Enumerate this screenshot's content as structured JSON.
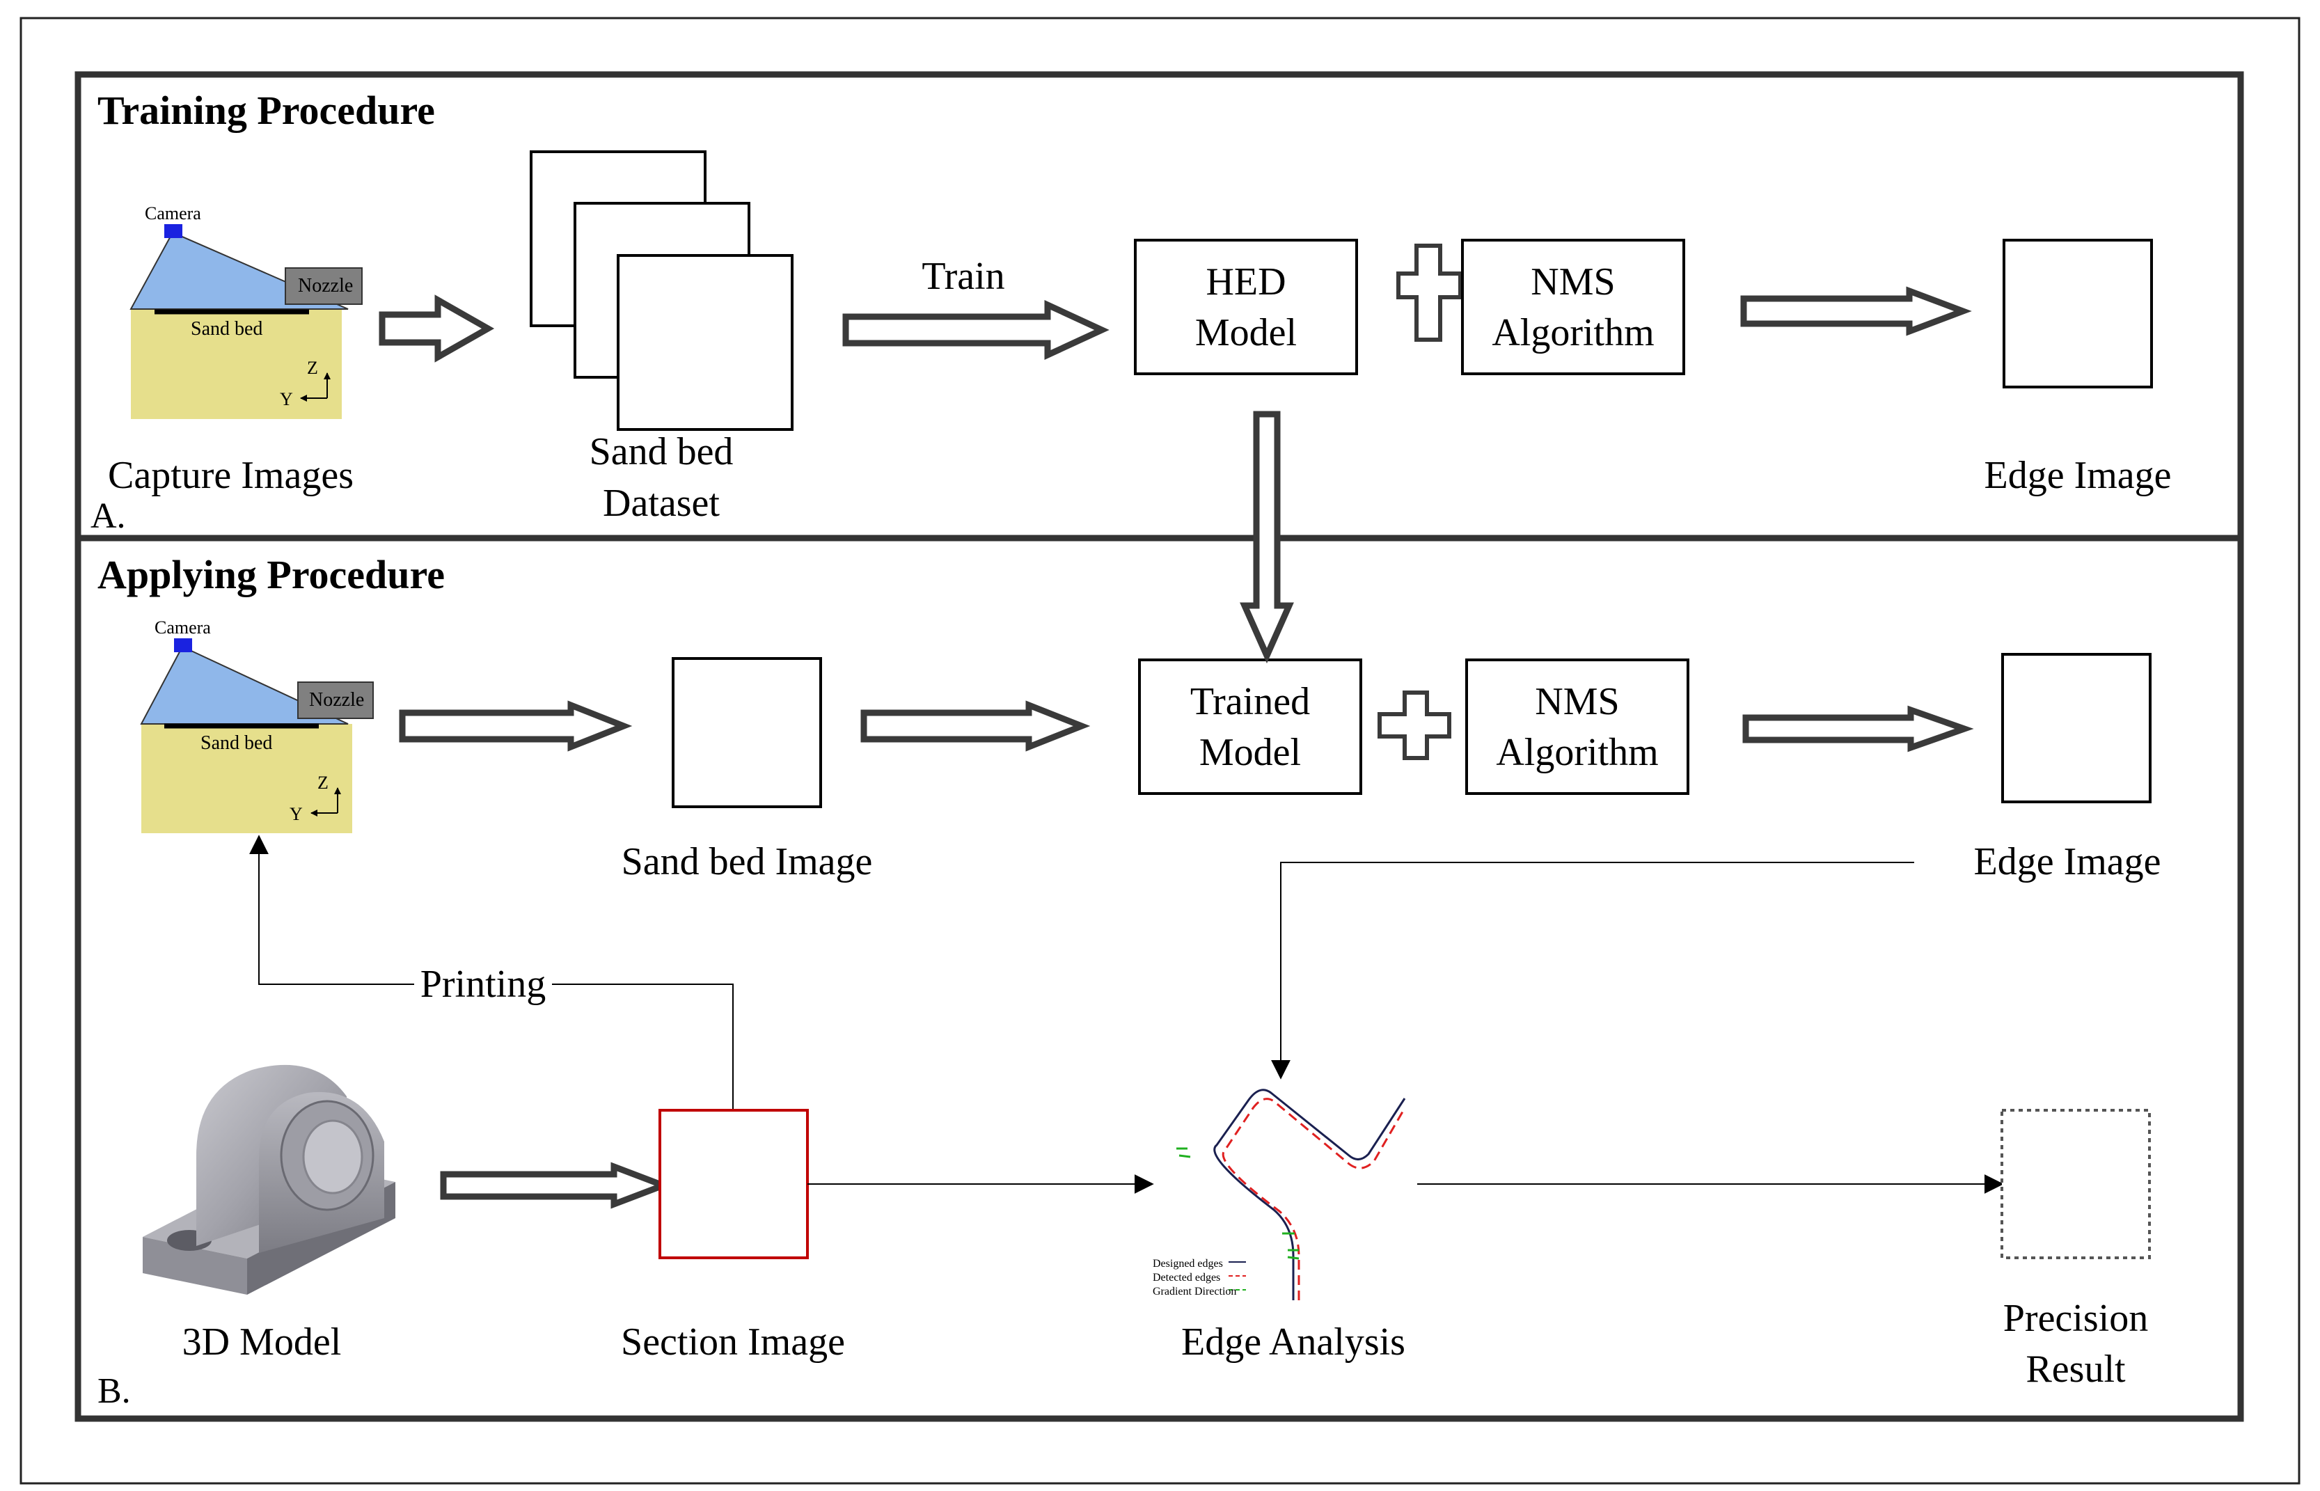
{
  "training": {
    "title": "Training Procedure",
    "panel_label": "A.",
    "camera_label": "Camera",
    "nozzle_label": "Nozzle",
    "sandbed_label": "Sand bed",
    "axis_z": "Z",
    "axis_y": "Y",
    "capture_caption": "Capture Images",
    "dataset_caption_1": "Sand bed",
    "dataset_caption_2": "Dataset",
    "train_label": "Train",
    "hed_line1": "HED",
    "hed_line2": "Model",
    "nms_line1": "NMS",
    "nms_line2": "Algorithm",
    "edge_caption": "Edge Image"
  },
  "applying": {
    "title": "Applying Procedure",
    "panel_label": "B.",
    "camera_label": "Camera",
    "nozzle_label": "Nozzle",
    "sandbed_label": "Sand bed",
    "axis_z": "Z",
    "axis_y": "Y",
    "sandbed_image_caption": "Sand bed Image",
    "trained_line1": "Trained",
    "trained_line2": "Model",
    "nms_line1": "NMS",
    "nms_line2": "Algorithm",
    "edge_caption": "Edge Image",
    "printing_label": "Printing",
    "model3d_caption": "3D Model",
    "section_caption": "Section Image",
    "edge_analysis_caption": "Edge Analysis",
    "precision_line1": "Precision",
    "precision_line2": "Result",
    "legend": {
      "designed": "Designed edges",
      "detected": "Detected edges",
      "gradient": "Gradient Direction"
    }
  },
  "colors": {
    "sand": "#e6df8c",
    "light_cone": "#8fb7ea",
    "camera": "#1a22e0",
    "nozzle": "#808080",
    "section_border": "#c00000",
    "detected_edge": "#e02020",
    "gradient": "#20b020",
    "designed_edge": "#1a2050"
  }
}
